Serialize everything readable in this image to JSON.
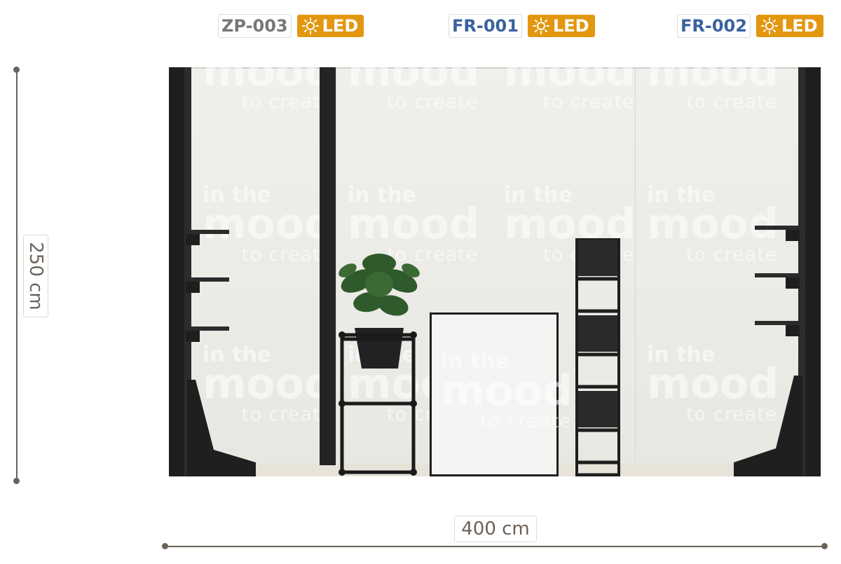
{
  "colors": {
    "led_bg": "#e3970f",
    "code_gray": "#777777",
    "code_blue": "#3a62a0",
    "dimension_line": "#6b6259",
    "wall": "#ecebe6",
    "frame": "#1e1e1e"
  },
  "tags": [
    {
      "code": "ZP-003",
      "led": "LED",
      "icon": "sun-icon"
    },
    {
      "code": "FR-001",
      "led": "LED",
      "icon": "sun-icon"
    },
    {
      "code": "FR-002",
      "led": "LED",
      "icon": "sun-icon"
    }
  ],
  "dimensions": {
    "height": "250 cm",
    "width": "400 cm"
  },
  "watermark": {
    "line1": "in the",
    "line2": "mood",
    "line3": "to create"
  }
}
